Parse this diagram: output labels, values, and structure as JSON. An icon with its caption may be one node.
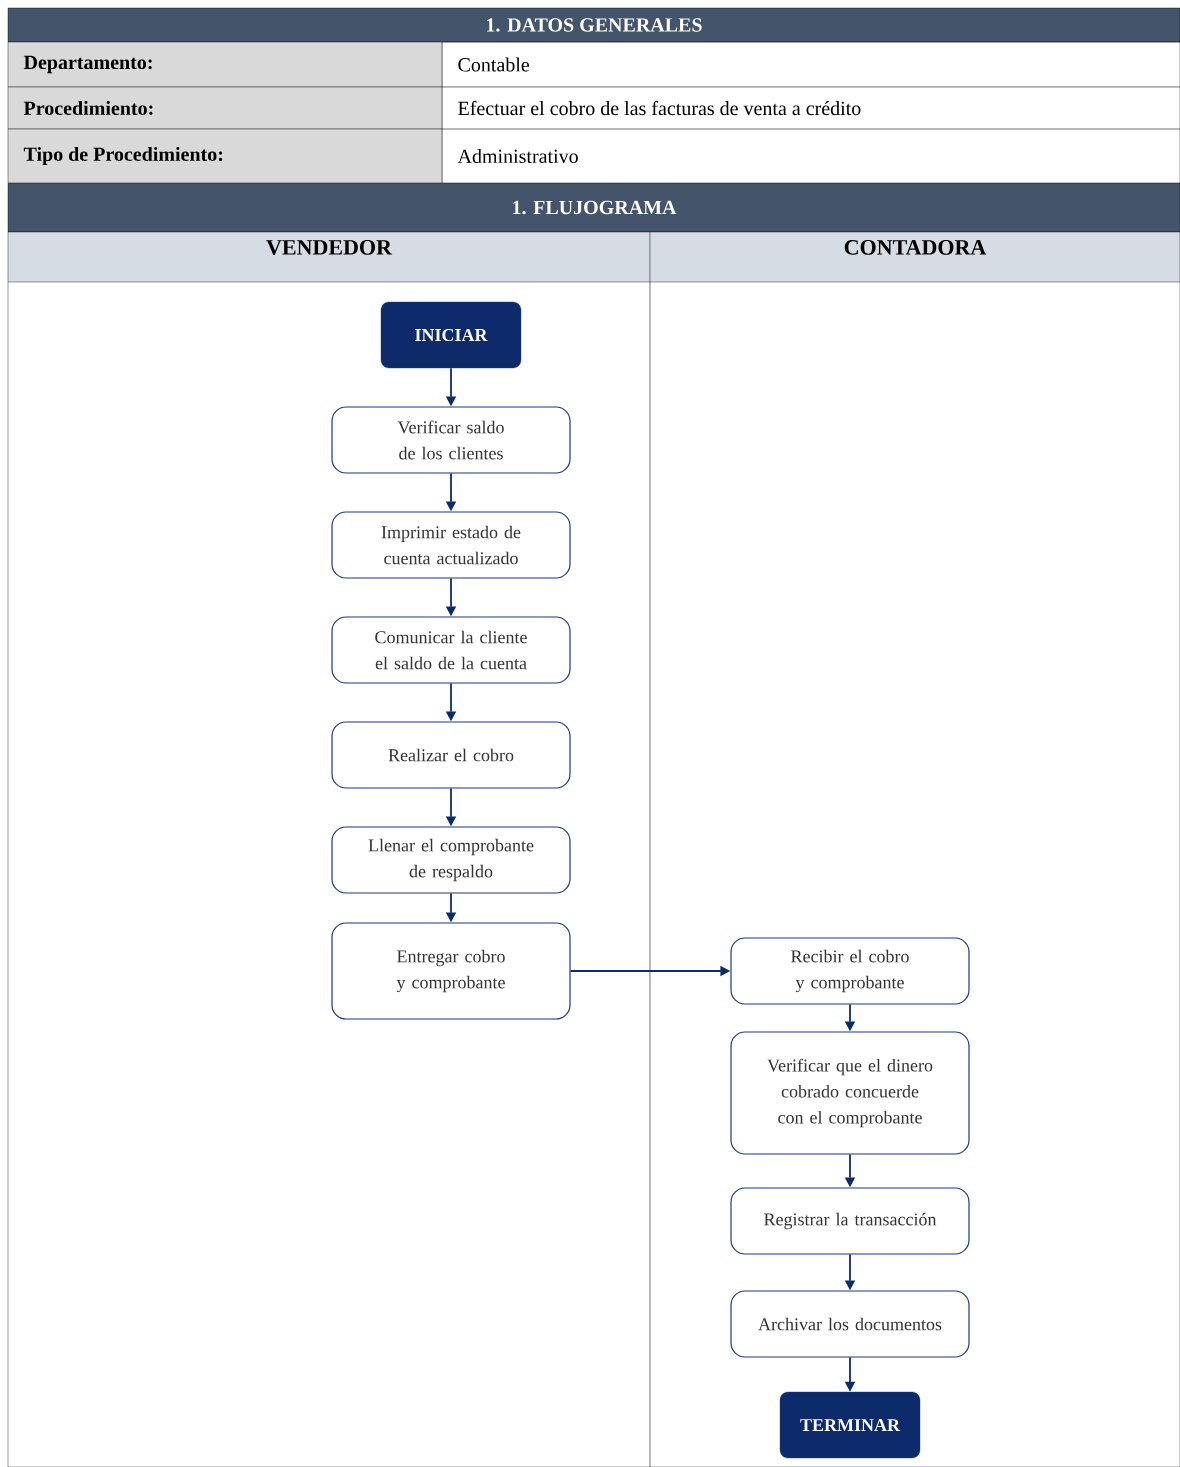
{
  "diagram": {
    "nodes": [
      {
        "text": [
          "VENDEDOR"
        ]
      },
      {
        "text": [
          "CONTADORA"
        ]
      },
      {
        "text": [
          "INICIAR"
        ],
        "in": 0
      },
      {
        "text": [
          "Verificar saldo de los clientes"
        ],
        "in": 0
      },
      {
        "text": [
          "Imprimir estado de cuenta actualizado"
        ],
        "in": 0
      },
      {
        "text": [
          "Comunicar la cliente el saldo de la cuenta"
        ],
        "in": 0
      },
      {
        "text": [
          "Realizar el cobro"
        ],
        "in": 0
      },
      {
        "text": [
          "Llenar el comprobante de respaldo"
        ],
        "in": 0
      },
      {
        "text": [
          "Entregar cobro y comprobante"
        ],
        "in": 0
      },
      {
        "text": [
          "Recibir el cobro y comprobante"
        ],
        "in": 1
      },
      {
        "text": [
          "Verificar que el dinero cobrado concuerde con el comprobante"
        ],
        "in": 1
      },
      {
        "text": [
          "Registrar la transacción"
        ],
        "in": 1
      },
      {
        "text": [
          "Archivar los documentos"
        ],
        "in": 1
      },
      {
        "text": [
          "TERMINAR"
        ],
        "in": 1
      }
    ],
    "edges": [
      {
        "from": 2,
        "to": 3,
        "arrow": "to"
      },
      {
        "from": 3,
        "to": 4,
        "arrow": "to"
      },
      {
        "from": 4,
        "to": 5,
        "arrow": "to"
      },
      {
        "from": 5,
        "to": 6,
        "arrow": "to"
      },
      {
        "from": 6,
        "to": 7,
        "arrow": "to"
      },
      {
        "from": 7,
        "to": 8,
        "arrow": "to"
      },
      {
        "from": 8,
        "to": 9,
        "arrow": "to"
      },
      {
        "from": 9,
        "to": 10,
        "arrow": "to"
      },
      {
        "from": 10,
        "to": 11,
        "arrow": "to"
      },
      {
        "from": 11,
        "to": 12,
        "arrow": "to"
      },
      {
        "from": 12,
        "to": 13,
        "arrow": "to"
      }
    ],
    "labels": [
      "1. DATOS GENERALES",
      "Departamento:",
      "Contable",
      "Procedimiento:",
      "Efectuar el cobro de las facturas de venta a crédito",
      "Tipo de Procedimiento:",
      "Administrativo",
      "1. FLUJOGRAMA"
    ]
  }
}
